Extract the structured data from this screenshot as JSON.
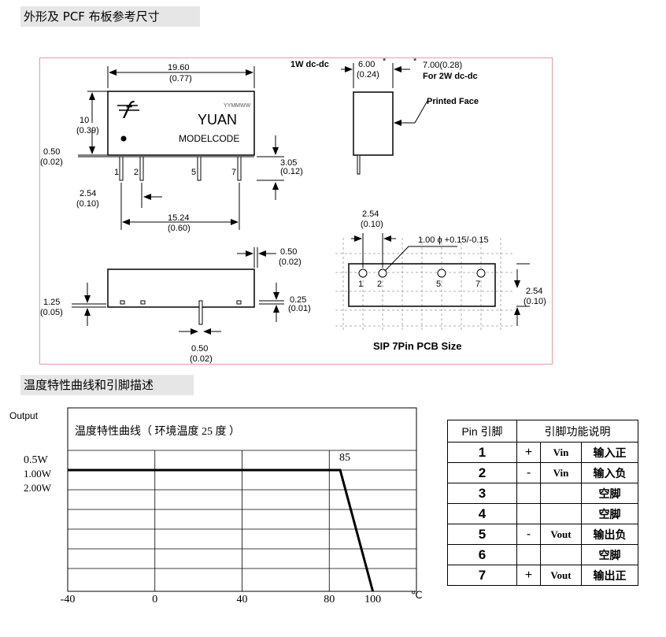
{
  "sections": {
    "outline_title": "外形及 PCF 布板参考尺寸",
    "curve_title": "温度特性曲线和引脚描述"
  },
  "drawing": {
    "front": {
      "width_mm": "19.60",
      "width_in": "(0.77)",
      "height_mm": "10",
      "height_in": "(0.39)",
      "offset_mm": "0.50",
      "offset_in": "(0.02)",
      "pin_len_mm": "3.05",
      "pin_len_in": "(0.12)",
      "pitch_mm": "2.54",
      "pitch_in": "(0.10)",
      "span_mm": "15.24",
      "span_in": "(0.60)",
      "date_code": "YYMMWW",
      "brand": "YUAN",
      "model": "MODELCODE",
      "pin_labels": [
        "1",
        "2",
        "5",
        "7"
      ]
    },
    "side": {
      "label_1w": "1W dc-dc",
      "thick_1w_mm": "6.00",
      "thick_1w_in": "(0.24)",
      "star": "*",
      "thick_2w": "7.00(0.28)",
      "label_2w": "For 2W dc-dc",
      "printed_face": "Printed Face"
    },
    "bottom": {
      "pin_w_mm": "0.50",
      "pin_w_in": "(0.02)",
      "standoff_mm": "1.25",
      "standoff_in": "(0.05)",
      "pin_t_mm": "0.25",
      "pin_t_in": "(0.01)",
      "pin_dia_mm": "0.50",
      "pin_dia_in": "(0.02)"
    },
    "pcb": {
      "pitch_mm": "2.54",
      "pitch_in": "(0.10)",
      "hole": "1.00 ϕ +0.15/-0.15",
      "row_mm": "2.54",
      "row_in": "(0.10)",
      "pin_labels": [
        "1",
        "2",
        "5",
        "7"
      ],
      "caption": "SIP 7Pin  PCB Size"
    }
  },
  "chart_data": {
    "type": "line",
    "title": "温度特性曲线（ 环境温度 25 度 ）",
    "ylabel": "Output",
    "y_ticks": [
      "0.5W",
      "1.00W",
      "2.00W"
    ],
    "x_ticks": [
      "-40",
      "0",
      "40",
      "80",
      "100"
    ],
    "x_unit": "℃",
    "xlim": [
      -40,
      120
    ],
    "annotation": "85",
    "series": [
      {
        "x": [
          -40,
          85,
          100
        ],
        "y": [
          100,
          100,
          0
        ]
      }
    ]
  },
  "pin_table": {
    "header": [
      "Pin 引脚",
      "引脚功能说明"
    ],
    "rows": [
      {
        "pin": "1",
        "sign": "+",
        "volt": "Vin",
        "func": "输入正"
      },
      {
        "pin": "2",
        "sign": "-",
        "volt": "Vin",
        "func": "输入负"
      },
      {
        "pin": "3",
        "sign": "",
        "volt": "",
        "func": "空脚"
      },
      {
        "pin": "4",
        "sign": "",
        "volt": "",
        "func": "空脚"
      },
      {
        "pin": "5",
        "sign": "-",
        "volt": "Vout",
        "func": "输出负"
      },
      {
        "pin": "6",
        "sign": "",
        "volt": "",
        "func": "空脚"
      },
      {
        "pin": "7",
        "sign": "+",
        "volt": "Vout",
        "func": "输出正"
      }
    ]
  }
}
